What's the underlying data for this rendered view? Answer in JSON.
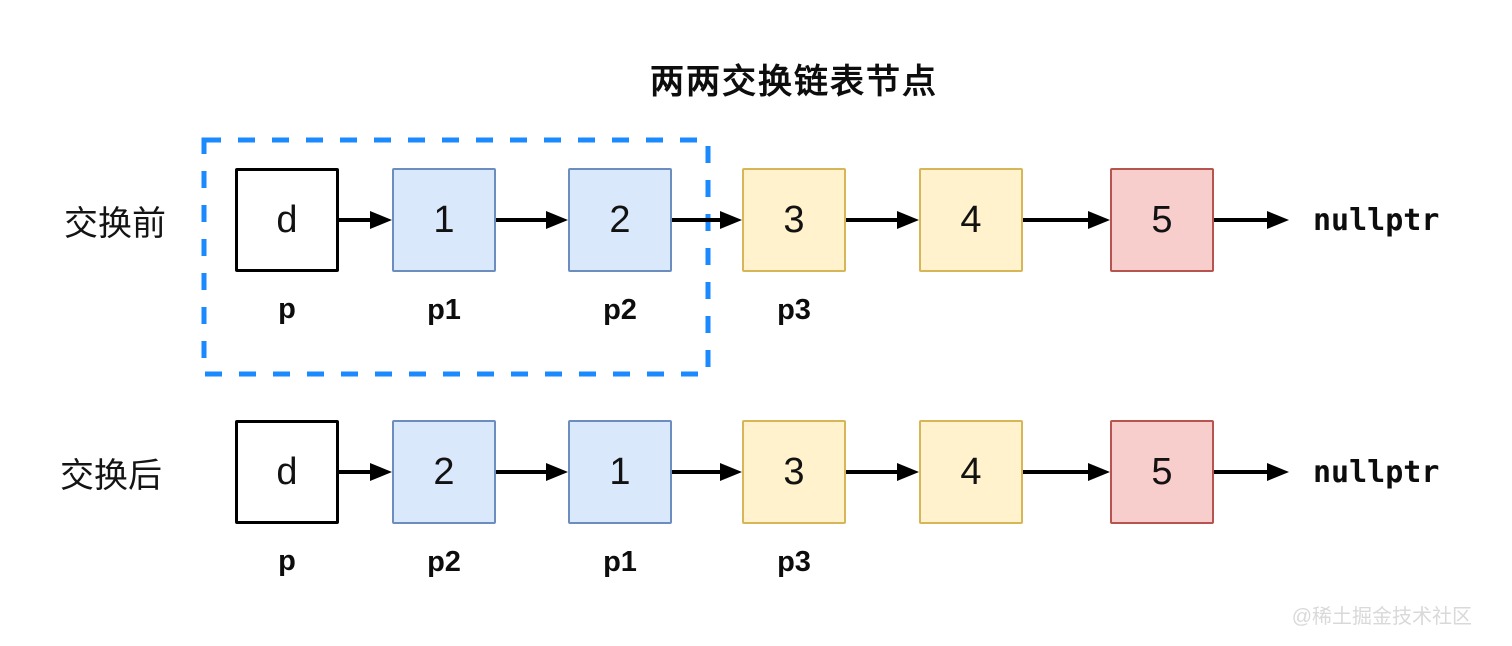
{
  "title": "两两交换链表节点",
  "watermark": "@稀土掘金技术社区",
  "colors": {
    "node_plain_fill": "#ffffff",
    "node_plain_border": "#000000",
    "node_blue_fill": "#dae8fc",
    "node_blue_border": "#6c8ebf",
    "node_yellow_fill": "#fff2cc",
    "node_yellow_border": "#d6b656",
    "node_red_fill": "#f8cecc",
    "node_red_border": "#b85450",
    "highlight_box": "#1b8aff",
    "arrow": "#000000"
  },
  "rows": [
    {
      "label": "交换前",
      "terminator": "nullptr",
      "nodes": [
        {
          "value": "d",
          "pointer": "p"
        },
        {
          "value": "1",
          "pointer": "p1"
        },
        {
          "value": "2",
          "pointer": "p2"
        },
        {
          "value": "3",
          "pointer": "p3"
        },
        {
          "value": "4",
          "pointer": ""
        },
        {
          "value": "5",
          "pointer": ""
        }
      ]
    },
    {
      "label": "交换后",
      "terminator": "nullptr",
      "nodes": [
        {
          "value": "d",
          "pointer": "p"
        },
        {
          "value": "2",
          "pointer": "p2"
        },
        {
          "value": "1",
          "pointer": "p1"
        },
        {
          "value": "3",
          "pointer": "p3"
        },
        {
          "value": "4",
          "pointer": ""
        },
        {
          "value": "5",
          "pointer": ""
        }
      ]
    }
  ]
}
